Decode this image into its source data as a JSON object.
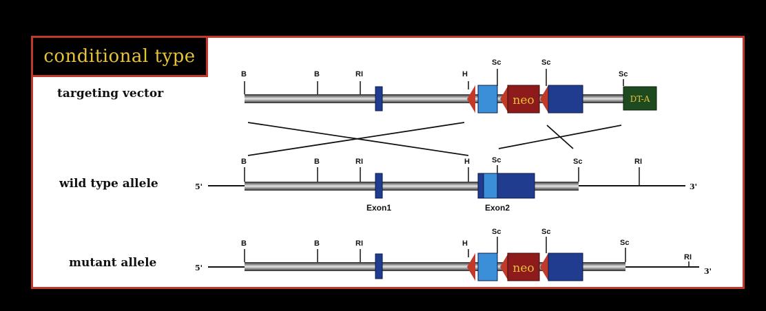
{
  "title": "conditional type",
  "rows": {
    "targeting": {
      "label": "targeting vector",
      "sites": [
        "B",
        "B",
        "RI",
        "H",
        "Sc",
        "Sc",
        "Sc"
      ],
      "neo": "neo",
      "dta": "DT-A"
    },
    "wildtype": {
      "label": "wild type allele",
      "five": "5'",
      "three": "3'",
      "sites": [
        "B",
        "B",
        "RI",
        "H",
        "Sc",
        "Sc",
        "RI"
      ],
      "exon1": "Exon1",
      "exon2": "Exon2"
    },
    "mutant": {
      "label": "mutant allele",
      "five": "5'",
      "three": "3'",
      "sites": [
        "B",
        "B",
        "RI",
        "H",
        "Sc",
        "Sc",
        "Sc",
        "RI"
      ],
      "neo": "neo"
    }
  },
  "colors": {
    "frame": "#c0392b",
    "title_text": "#e8c23a",
    "exon_dark": "#1f3c8f",
    "exon_light": "#3b8fd8",
    "neo_fill": "#8e1b1b",
    "dta_fill": "#1d4a1f",
    "loxp": "#c0392b"
  }
}
